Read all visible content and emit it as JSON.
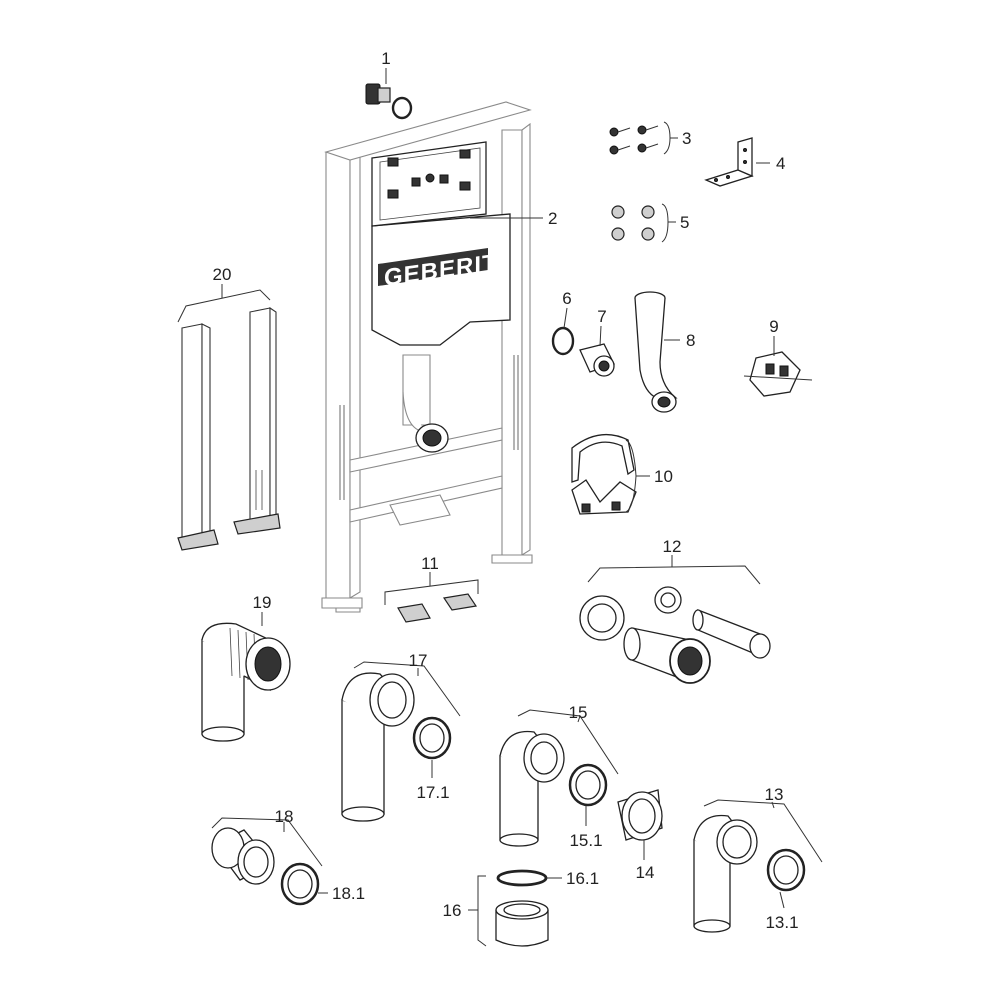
{
  "brand": {
    "logo_text": "GEBERIT"
  },
  "callouts": [
    {
      "id": "1",
      "label": "1"
    },
    {
      "id": "2",
      "label": "2"
    },
    {
      "id": "3",
      "label": "3"
    },
    {
      "id": "4",
      "label": "4"
    },
    {
      "id": "5",
      "label": "5"
    },
    {
      "id": "6",
      "label": "6"
    },
    {
      "id": "7",
      "label": "7"
    },
    {
      "id": "8",
      "label": "8"
    },
    {
      "id": "9",
      "label": "9"
    },
    {
      "id": "10",
      "label": "10"
    },
    {
      "id": "11",
      "label": "11"
    },
    {
      "id": "12",
      "label": "12"
    },
    {
      "id": "13",
      "label": "13"
    },
    {
      "id": "13_1",
      "label": "13.1"
    },
    {
      "id": "14",
      "label": "14"
    },
    {
      "id": "15",
      "label": "15"
    },
    {
      "id": "15_1",
      "label": "15.1"
    },
    {
      "id": "16",
      "label": "16"
    },
    {
      "id": "16_1",
      "label": "16.1"
    },
    {
      "id": "17",
      "label": "17"
    },
    {
      "id": "17_1",
      "label": "17.1"
    },
    {
      "id": "18",
      "label": "18"
    },
    {
      "id": "18_1",
      "label": "18.1"
    },
    {
      "id": "19",
      "label": "19"
    },
    {
      "id": "20",
      "label": "20"
    }
  ]
}
